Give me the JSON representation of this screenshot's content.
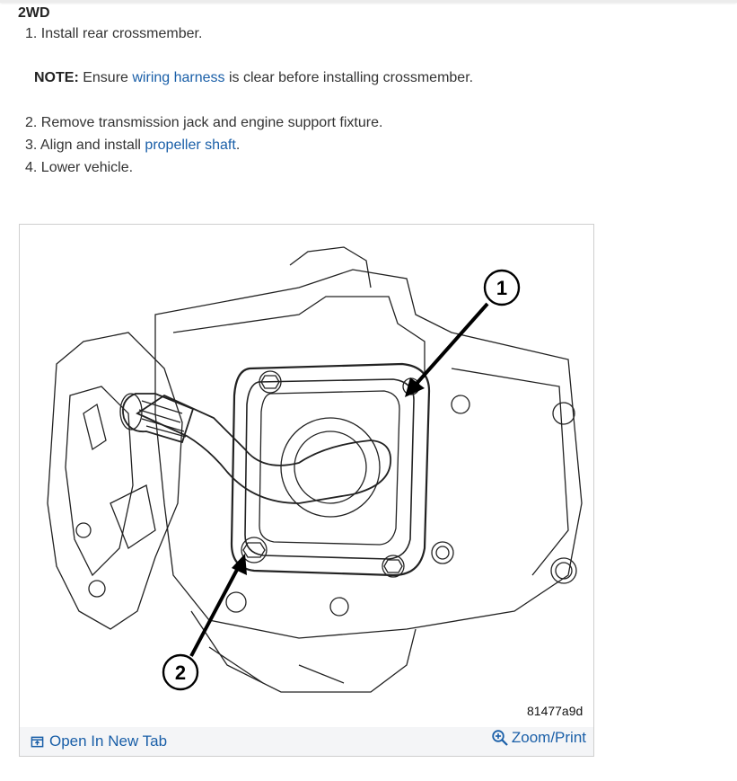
{
  "section": {
    "title": "2WD"
  },
  "steps": [
    {
      "number": "1.",
      "text": "Install rear crossmember."
    },
    {
      "number": "2.",
      "text": "Remove transmission jack and engine support fixture."
    },
    {
      "number": "3.",
      "text_before": "Align and install ",
      "link": "propeller shaft",
      "text_after": "."
    },
    {
      "number": "4.",
      "text": "Lower vehicle."
    }
  ],
  "note": {
    "label": "NOTE:",
    "text_before": " Ensure ",
    "link": "wiring harness",
    "text_after": " is clear before installing crossmember."
  },
  "figure": {
    "id": "81477a9d",
    "callouts": [
      "1",
      "2"
    ],
    "open_tab_label": "Open In New Tab",
    "zoom_label": "Zoom/Print",
    "open_tab_icon": "open-in-new-tab-icon",
    "zoom_icon": "magnifier-plus-icon"
  },
  "colors": {
    "link": "#1a5fa8",
    "footer_bg": "#f4f5f7",
    "border": "#cfcfcf"
  }
}
